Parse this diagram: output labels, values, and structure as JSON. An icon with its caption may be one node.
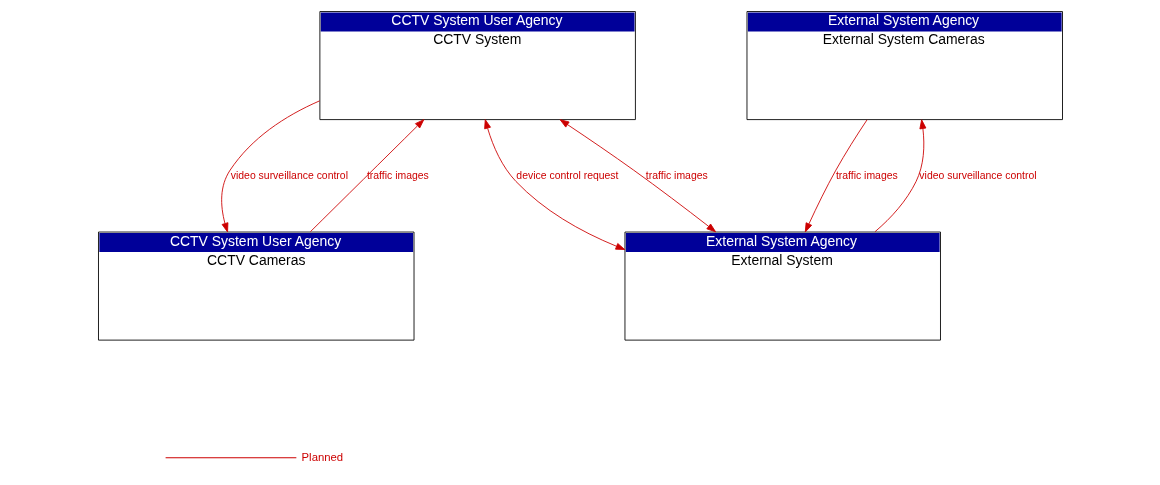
{
  "diagram": {
    "nodes": [
      {
        "text": [
          "CCTV System User Agency",
          "CCTV System"
        ]
      },
      {
        "text": [
          "External System Agency",
          "External System Cameras"
        ]
      },
      {
        "text": [
          "CCTV System User Agency",
          "CCTV Cameras"
        ]
      },
      {
        "text": [
          "External System Agency",
          "External System"
        ]
      }
    ],
    "edges": [
      {
        "from": 0,
        "to": 3,
        "label": "device control request",
        "arrow": "both"
      },
      {
        "from": 0,
        "to": 3,
        "label": "traffic images",
        "arrow": "both"
      },
      {
        "from": 2,
        "to": 0,
        "label": "traffic images",
        "arrow": "to"
      },
      {
        "from": 0,
        "to": 2,
        "label": "video surveillance control",
        "arrow": "to"
      },
      {
        "from": 3,
        "to": 1,
        "label": "video surveillance control",
        "arrow": "to"
      },
      {
        "from": 1,
        "to": 3,
        "label": "traffic images",
        "arrow": "to"
      }
    ],
    "legend": [
      {
        "text": "Planned"
      }
    ]
  }
}
